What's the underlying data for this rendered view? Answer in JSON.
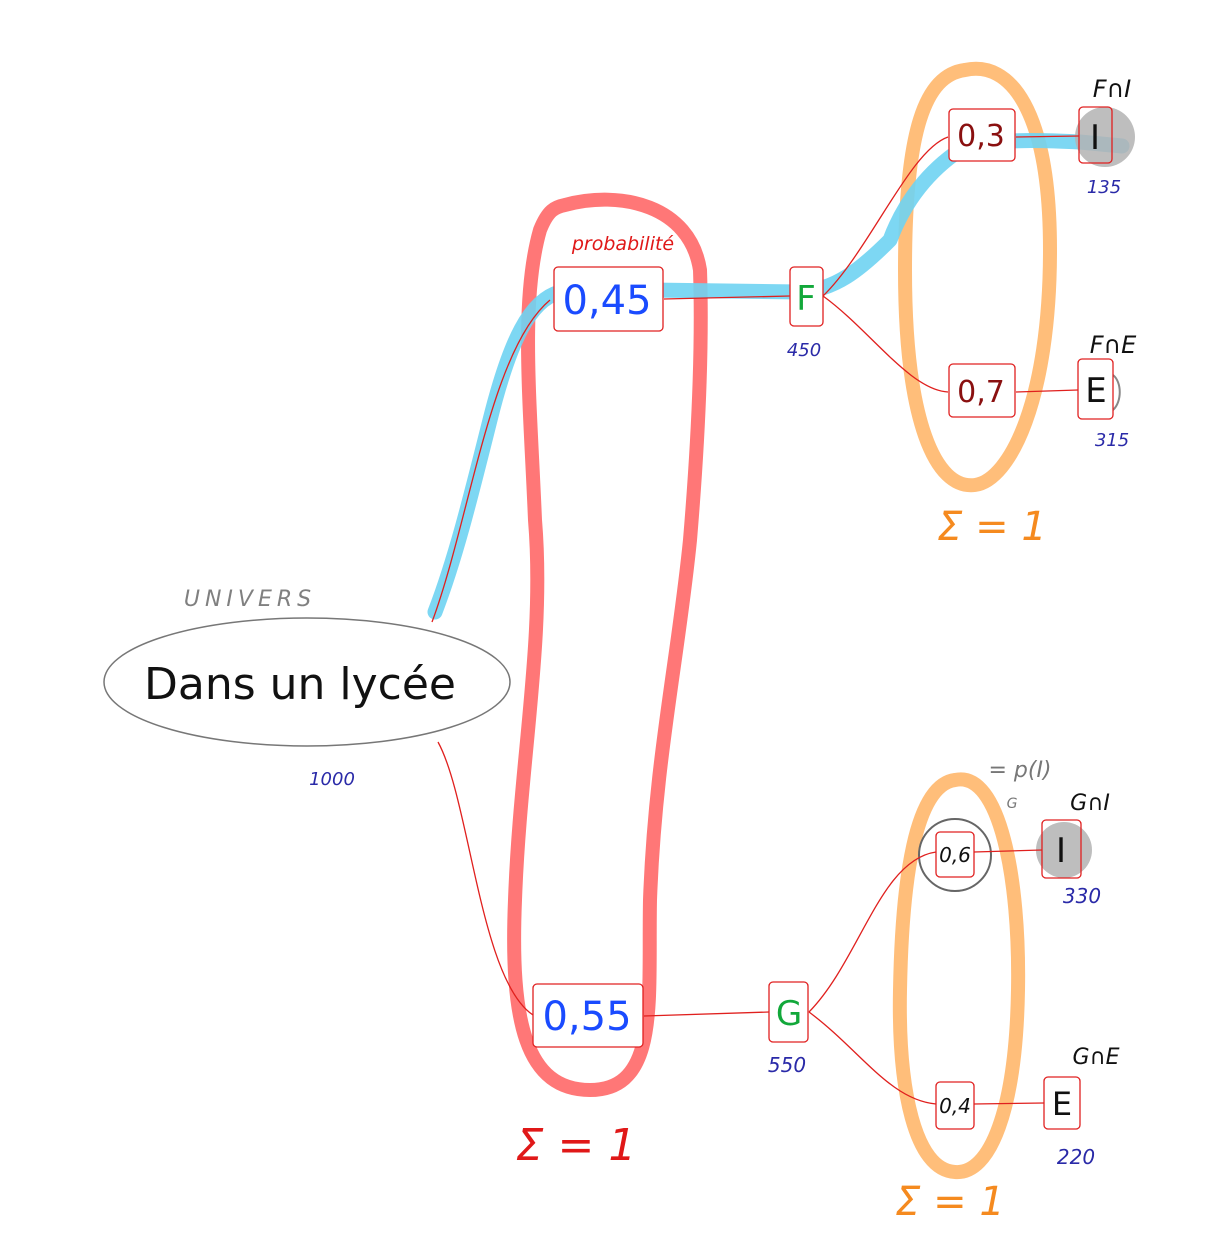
{
  "root": {
    "label": "Dans un lycée",
    "annotation": "UNIVERS",
    "count": "1000"
  },
  "branches": {
    "F": {
      "probability": "0,45",
      "label": "F",
      "count": "450",
      "children": {
        "I": {
          "probability": "0,3",
          "label": "I",
          "event": "F∩I",
          "count": "135"
        },
        "E": {
          "probability": "0,7",
          "label": "E",
          "event": "F∩E",
          "count": "315"
        }
      }
    },
    "G": {
      "probability": "0,55",
      "label": "G",
      "count": "550",
      "children": {
        "I": {
          "probability": "0,6",
          "label": "I",
          "event": "G∩I",
          "count": "330",
          "note": "= p(I)",
          "note_sub": "G"
        },
        "E": {
          "probability": "0,4",
          "label": "E",
          "event": "G∩E",
          "count": "220"
        }
      }
    }
  },
  "annotations": {
    "first_level_header": "probabilité",
    "sum_first_level": "Σ = 1",
    "sum_F_children": "Σ = 1",
    "sum_G_children": "Σ = 1"
  },
  "colors": {
    "edge": "#e0201e",
    "box_border": "#e02020",
    "first_level_text": "#1a4bff",
    "second_level_text": "#8a1010",
    "node_letter_green": "#12a83a",
    "count_text": "#2a2aa8",
    "red_loop": "#ff7777",
    "orange_loop": "#ffbe7a",
    "blue_highlight": "#6fd3f2",
    "gray_fill": "#b3b3b3",
    "red_annotation": "#e01818",
    "orange_annotation": "#f58a1f"
  }
}
